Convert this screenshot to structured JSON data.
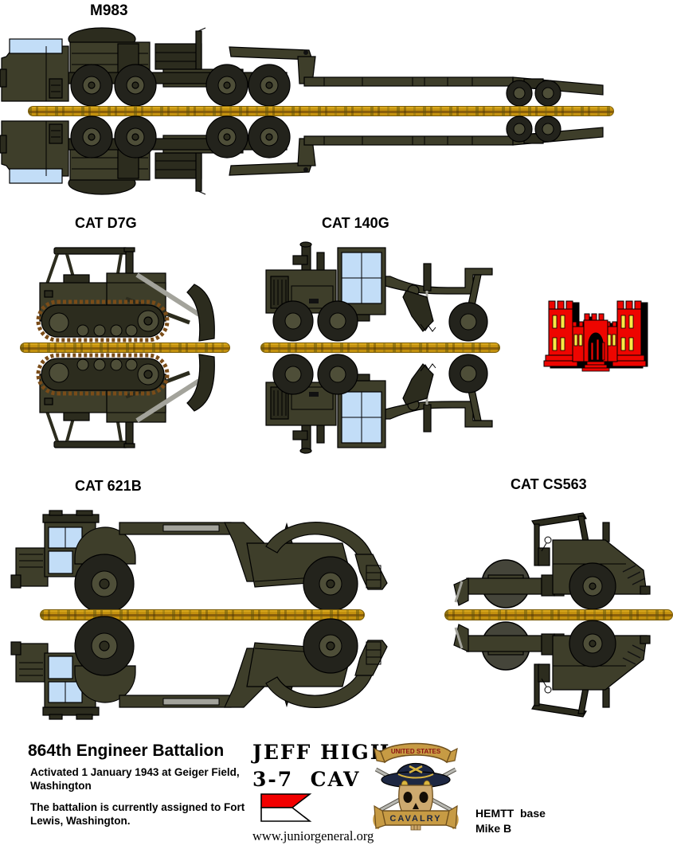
{
  "labels": {
    "m983": "M983",
    "d7g": "CAT D7G",
    "g140": "CAT 140G",
    "b621": "CAT 621B",
    "cs563": "CAT CS563"
  },
  "footer": {
    "title": "864th Engineer Battalion",
    "history_line1": "Activated 1 January 1943 at Geiger Field, Washington",
    "history_line2": "The battalion is currently assigned to Fort Lewis, Washington.",
    "designer_line1": "JEFF HIGH",
    "designer_line2": "3-7  CAV",
    "website": "www.juniorgeneral.org",
    "base_credit": "HEMTT  base",
    "author_credit": "Mike B",
    "cavalry_logo": {
      "banner_top": "UNITED STATES",
      "banner_bottom": "CAVALRY"
    }
  },
  "colors": {
    "olive": "#3e3e2a",
    "olive_dark": "#2c2c1e",
    "tire": "#23231c",
    "hub": "#4e4e38",
    "window_blue": "#c2ddf7",
    "gold_bar": "#c4920f",
    "track_brown": "#7a4c18",
    "castle_red": "#ee0500",
    "castle_window_yellow": "#ffe944",
    "guidon_red": "#f20000",
    "guidon_white": "#ffffff",
    "hat_navy": "#1d2742",
    "banner_gold": "#c79b44",
    "skull_tan": "#cda96f"
  }
}
